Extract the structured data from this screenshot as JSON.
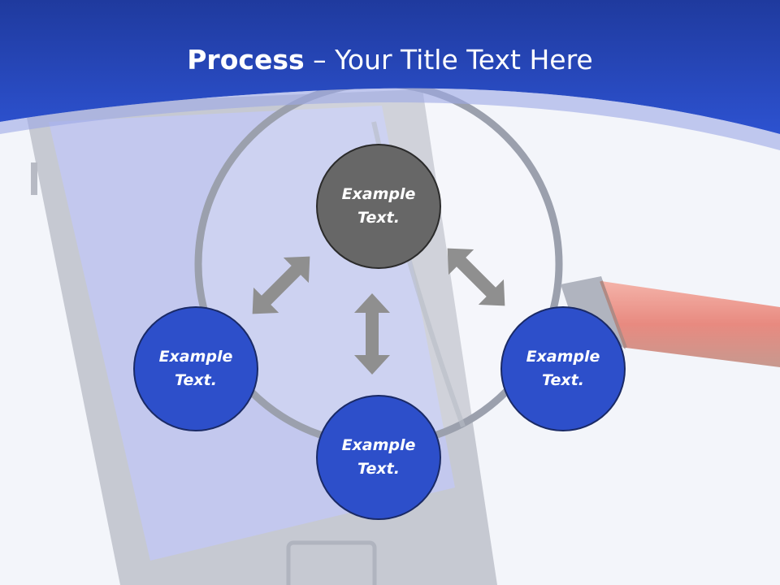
{
  "slide": {
    "title_bold": "Process",
    "title_rest": " – Your Title Text Here"
  },
  "nodes": {
    "top": {
      "line1": "Example",
      "line2": "Text."
    },
    "left": {
      "line1": "Example",
      "line2": "Text."
    },
    "right": {
      "line1": "Example",
      "line2": "Text."
    },
    "bottom": {
      "line1": "Example",
      "line2": "Text."
    }
  },
  "colors": {
    "header_blue": "#2a4cc4",
    "node_blue": "#2d4fca",
    "node_gray": "#676767",
    "arrow_gray": "#8f8f8f",
    "background": "#f3f5fa"
  },
  "icons": [
    "magnifying-glass-icon",
    "smartphone-icon",
    "double-arrow-icon"
  ]
}
